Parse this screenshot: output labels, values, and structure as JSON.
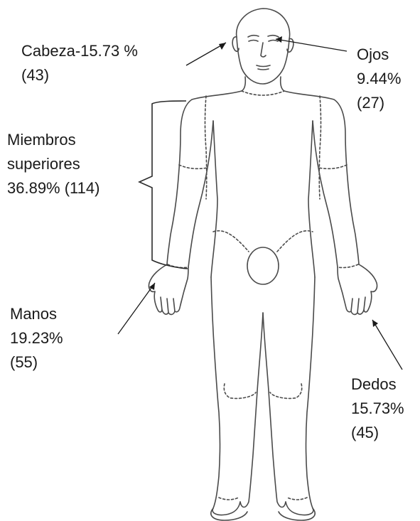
{
  "labels": {
    "head": {
      "line1": "Cabeza-15.73 %",
      "line2": "(43)"
    },
    "eyes": {
      "line1": "Ojos",
      "line2": "9.44%",
      "line3": "(27)"
    },
    "limbs": {
      "line1": "Miembros",
      "line2": "superiores",
      "line3": "36.89% (114)"
    },
    "hands": {
      "line1": "Manos",
      "line2": "19.23%",
      "line3": "(55)"
    },
    "fingers": {
      "line1": "Dedos",
      "line2": "15.73%",
      "line3": "(45)"
    }
  },
  "colors": {
    "outline": "#4a4a4a",
    "text": "#1a1a1a",
    "background": "#ffffff"
  }
}
